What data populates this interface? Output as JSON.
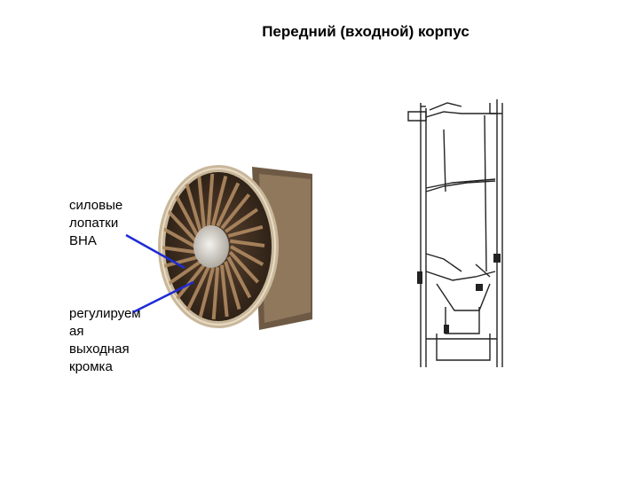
{
  "slide": {
    "title": "Передний (входной) корпус",
    "labels": {
      "guide_vanes": "силовые\nлопатки\nВНА",
      "trailing_edge": "регулируем\nая\nвыходная\nкромка"
    },
    "colors": {
      "arrow": "#1e2cd6",
      "drawing_line": "#222222",
      "fan_bronze": "#8a6a4a",
      "spinner": "#d8d4cc"
    }
  }
}
